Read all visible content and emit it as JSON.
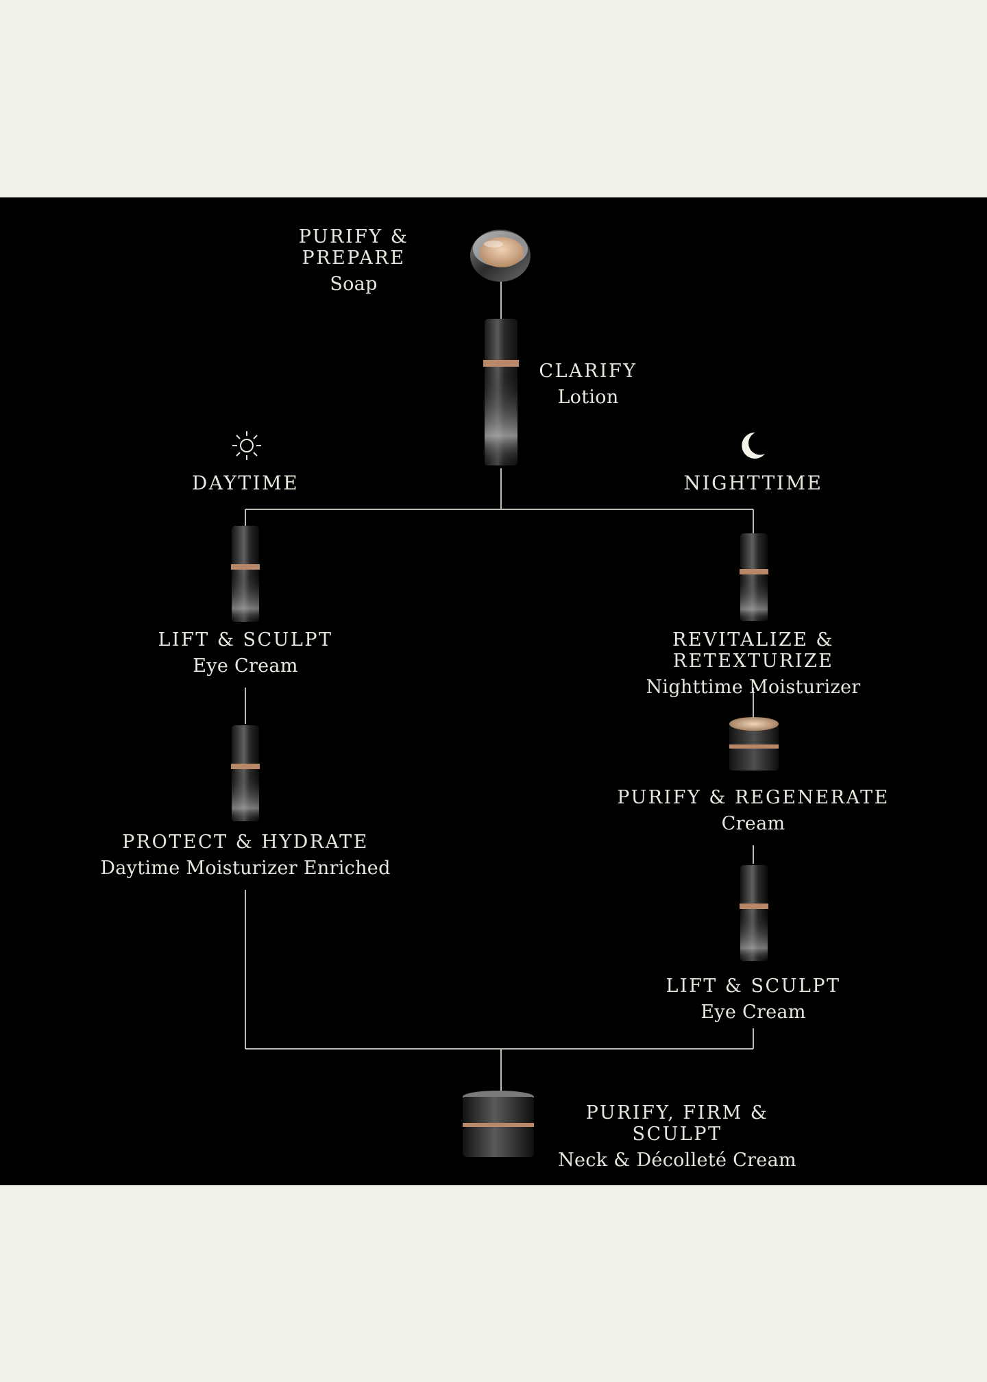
{
  "colors": {
    "background": "#f3f2ea",
    "panel": "#000000",
    "text": "#e9e6de",
    "connector": "#c9c6bf",
    "accent_gold": "#c9956c"
  },
  "sections": {
    "day": {
      "title": "DAYTIME",
      "icon": "sun-icon"
    },
    "night": {
      "title": "NIGHTTIME",
      "icon": "moon-icon"
    }
  },
  "steps": {
    "soap": {
      "heading": "PURIFY & PREPARE",
      "sub": "Soap"
    },
    "lotion": {
      "heading": "CLARIFY",
      "sub": "Lotion"
    },
    "day_eye": {
      "heading": "LIFT & SCULPT",
      "sub": "Eye Cream"
    },
    "day_moist": {
      "heading": "PROTECT & HYDRATE",
      "sub": "Daytime Moisturizer Enriched"
    },
    "night_moist": {
      "heading": "REVITALIZE & RETEXTURIZE",
      "sub": "Nighttime Moisturizer"
    },
    "night_cream": {
      "heading": "PURIFY & REGENERATE",
      "sub": "Cream"
    },
    "night_eye": {
      "heading": "LIFT & SCULPT",
      "sub": "Eye Cream"
    },
    "neck": {
      "heading": "PURIFY, FIRM & SCULPT",
      "sub": "Neck & Décolleté Cream"
    }
  }
}
